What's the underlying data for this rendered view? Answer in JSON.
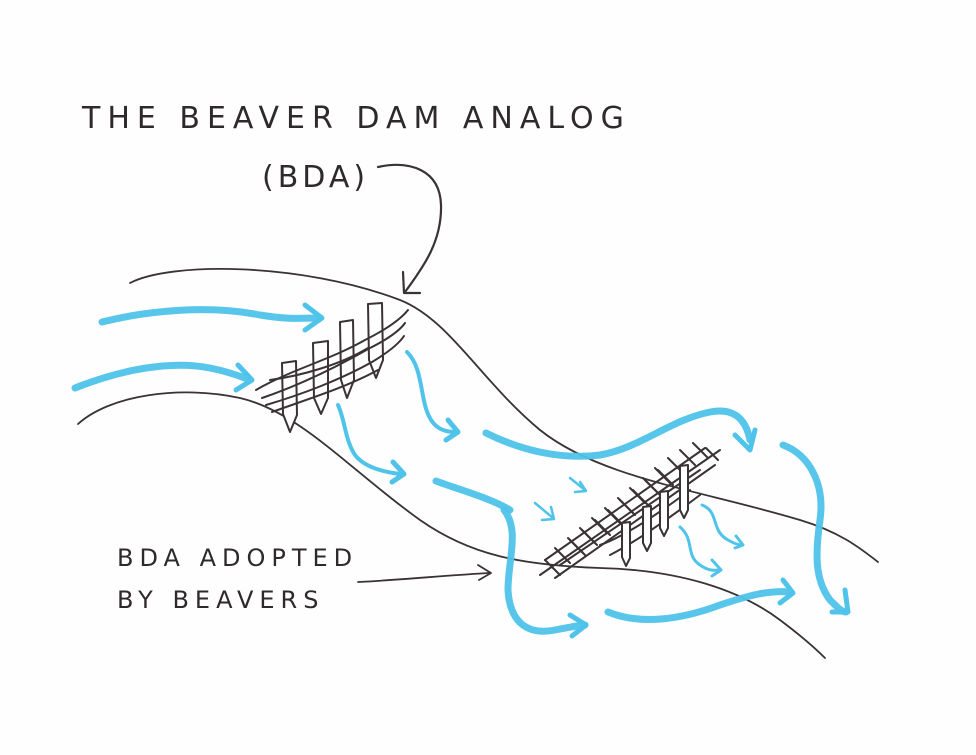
{
  "title": "THE BEAVER DAM ANALOG",
  "abbreviation": "(BDA)",
  "annotation": {
    "line1": "BDA ADOPTED",
    "line2": "BY BEAVERS"
  },
  "colors": {
    "ink": "#3a3234",
    "water": "#4fc3ea",
    "paper": "#fefefe"
  },
  "elements": {
    "structure_1": "beaver dam analog (posts with woven branches)",
    "structure_2": "BDA adopted by beavers (posts with dense branch lattice)",
    "flow": "water flow arrows",
    "channel": "stream banks"
  }
}
